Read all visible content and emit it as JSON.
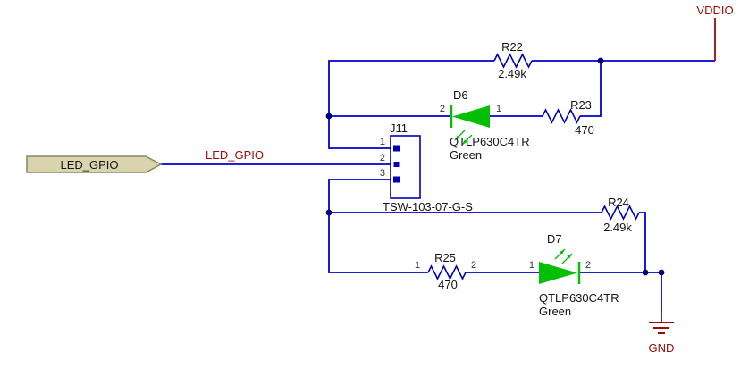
{
  "colors": {
    "wire": "#0000CD",
    "junction": "#00007A",
    "component": "#0000B8",
    "led": "#00C000",
    "power": "#9B0A0A",
    "text": "#141414",
    "pin_text": "#333333",
    "port_fill": "#D9D3AE",
    "port_border": "#8A8660",
    "background": "#FFFFFF"
  },
  "power_ports": {
    "vddio_label": "VDDIO",
    "gnd_label": "GND"
  },
  "port": {
    "label": "LED_GPIO"
  },
  "net_label": "LED_GPIO",
  "connector": {
    "designator": "J11",
    "part_number": "TSW-103-07-G-S",
    "pins": [
      "1",
      "2",
      "3"
    ]
  },
  "resistors": {
    "r22": {
      "designator": "R22",
      "value": "2.49k"
    },
    "r23": {
      "designator": "R23",
      "value": "470"
    },
    "r24": {
      "designator": "R24",
      "value": "2.49k"
    },
    "r25": {
      "designator": "R25",
      "value": "470",
      "pin_left": "1",
      "pin_right": "2"
    }
  },
  "leds": {
    "d6": {
      "designator": "D6",
      "part_number": "QTLP630C4TR",
      "color_name": "Green",
      "pin_left": "2",
      "pin_right": "1"
    },
    "d7": {
      "designator": "D7",
      "part_number": "QTLP630C4TR",
      "color_name": "Green",
      "pin_left": "1",
      "pin_right": "2"
    }
  }
}
